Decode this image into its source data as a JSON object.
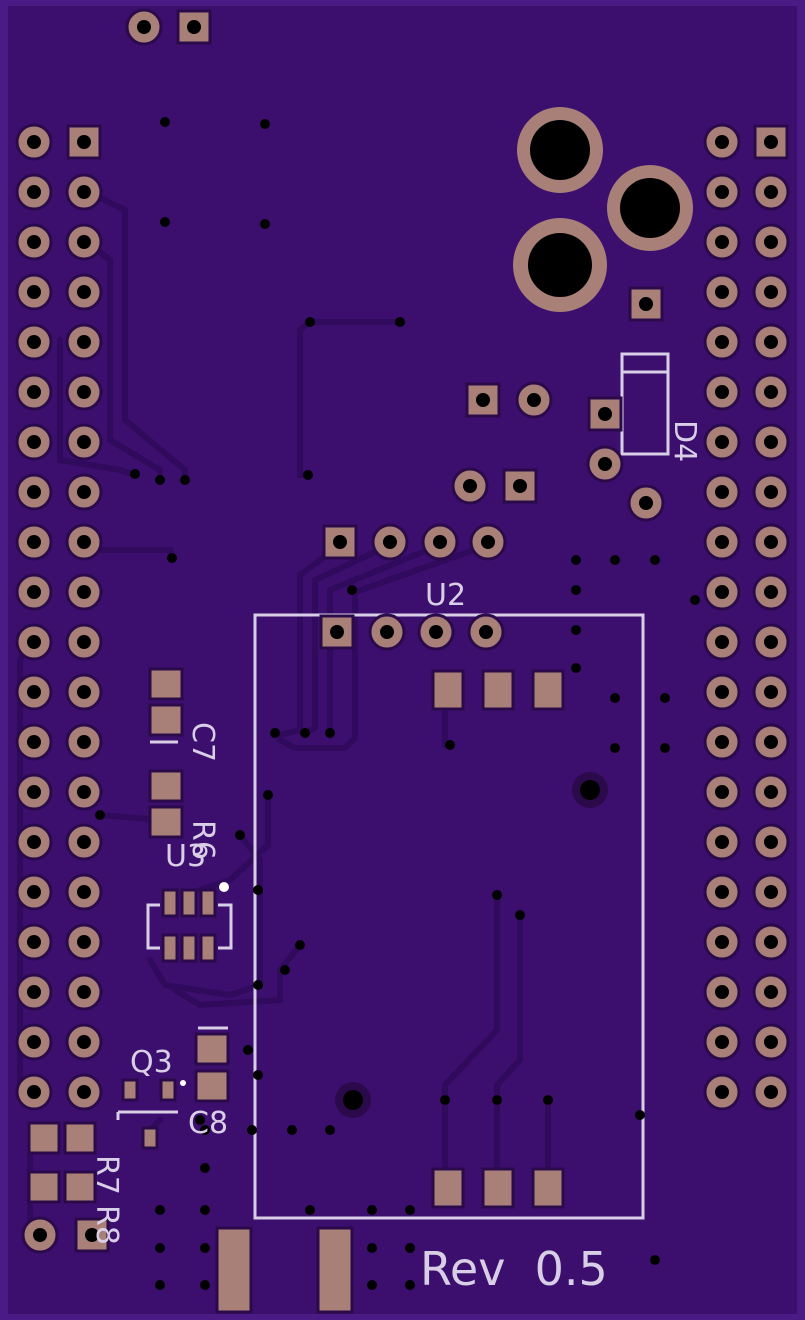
{
  "board": {
    "colors": {
      "substrate": "#4a1a85",
      "copper_fill": "#3c0f6e",
      "trace": "#300a5c",
      "pad": "#a88077",
      "pad_border": "#2a0a4a",
      "silk": "#d8cfe6",
      "hole": "#000000",
      "via": "#000000"
    },
    "labels": {
      "u2": "U2",
      "c7": "C7",
      "r6": "R6",
      "u3": "U3",
      "q3": "Q3",
      "c8": "C8",
      "r7": "R7",
      "r8": "R8",
      "d4": "D4",
      "revision": "Rev  0.5"
    }
  }
}
